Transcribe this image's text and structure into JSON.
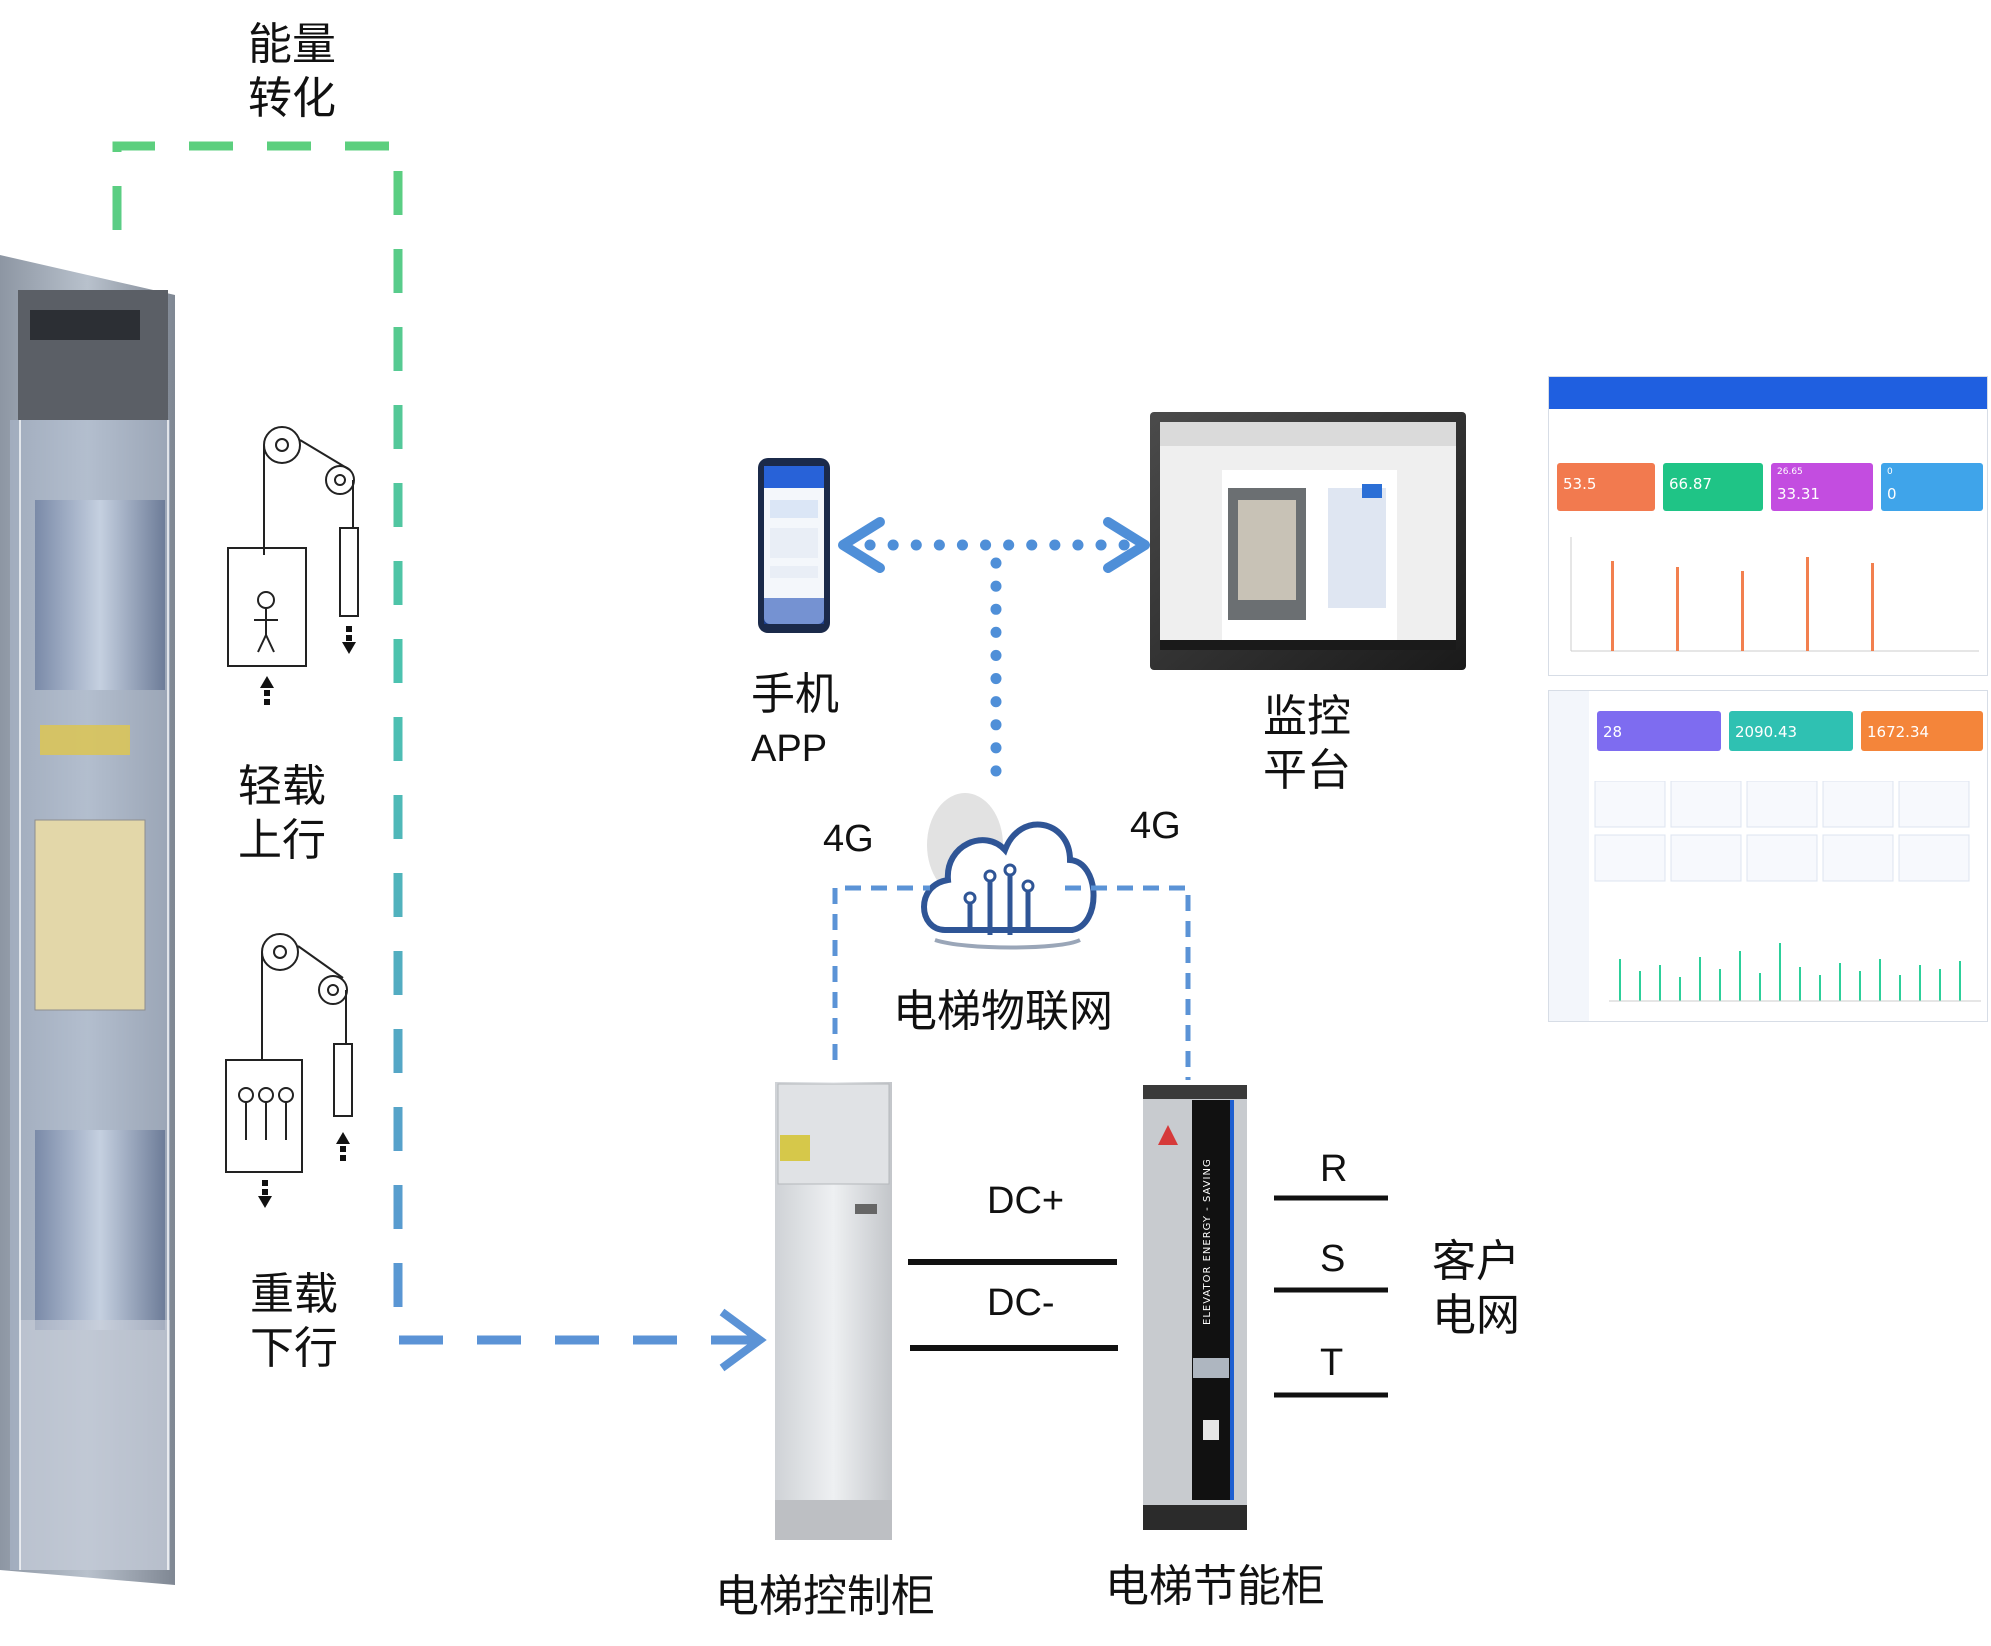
{
  "labels": {
    "energy_conversion": [
      "能量",
      "转化"
    ],
    "light_up": [
      "轻载",
      "上行"
    ],
    "heavy_down": [
      "重载",
      "下行"
    ],
    "phone_app": [
      "手机",
      "APP"
    ],
    "monitor_platform": [
      "监控",
      "平台"
    ],
    "iot": "电梯物联网",
    "link_left": "4G",
    "link_right": "4G",
    "control_cabinet": "电梯控制柜",
    "saving_cabinet": "电梯节能柜",
    "dc_plus": "DC+",
    "dc_minus": "DC-",
    "phase_r": "R",
    "phase_s": "S",
    "phase_t": "T",
    "grid": [
      "客户",
      "电网"
    ],
    "cabinet_vertical_text": "ELEVATOR ENERGY - SAVING"
  },
  "dashboard_top": {
    "cards": [
      {
        "value": "53.5",
        "color": "#f27a4f"
      },
      {
        "value": "66.87",
        "color": "#1fc486"
      },
      {
        "value": "26.65",
        "sub": "33.31",
        "color": "#c34de0"
      },
      {
        "value": "0",
        "sub": "0",
        "color": "#3fa4ea"
      }
    ]
  },
  "dashboard_bottom": {
    "cards": [
      {
        "value": "28",
        "color": "#7e6cf0"
      },
      {
        "value": "2090.43",
        "color": "#2fc1b2"
      },
      {
        "value": "1672.34",
        "color": "#f4853a"
      }
    ]
  },
  "colors": {
    "green_dash": "#5ccf7e",
    "blue_dash": "#5b93d6",
    "dot_link": "#4f8fd8",
    "iot_blue": "#2f5596"
  }
}
